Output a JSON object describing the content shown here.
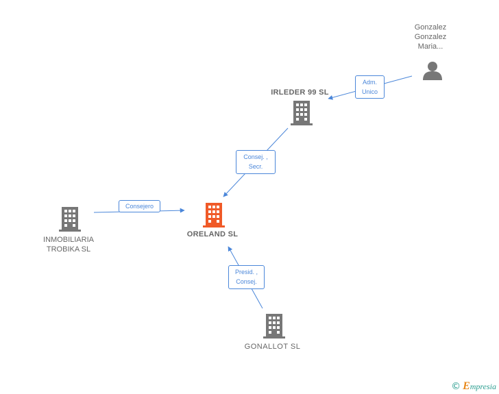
{
  "nodes": {
    "gonzalez": {
      "label": "Gonzalez\nGonzalez\nMaria..."
    },
    "irleder": {
      "label": "IRLEDER 99 SL"
    },
    "inmobiliaria": {
      "label": "INMOBILIARIA\nTROBIKA SL"
    },
    "oreland": {
      "label": "ORELAND SL"
    },
    "gonallot": {
      "label": "GONALLOT SL"
    }
  },
  "edges": {
    "adm": {
      "label_line1": "Adm.",
      "label_line2": "Unico"
    },
    "consej_secr": {
      "label_line1": "Consej. ,",
      "label_line2": "Secr."
    },
    "consejero": {
      "label_line1": "Consejero"
    },
    "presid": {
      "label_line1": "Presid. ,",
      "label_line2": "Consej."
    }
  },
  "footer": {
    "copyright": "©",
    "brand_initial": "E",
    "brand_rest": "mpresia"
  },
  "colors": {
    "edge": "#4a86d9",
    "building": "#777777",
    "focus_building": "#f05a28",
    "person": "#777777"
  }
}
